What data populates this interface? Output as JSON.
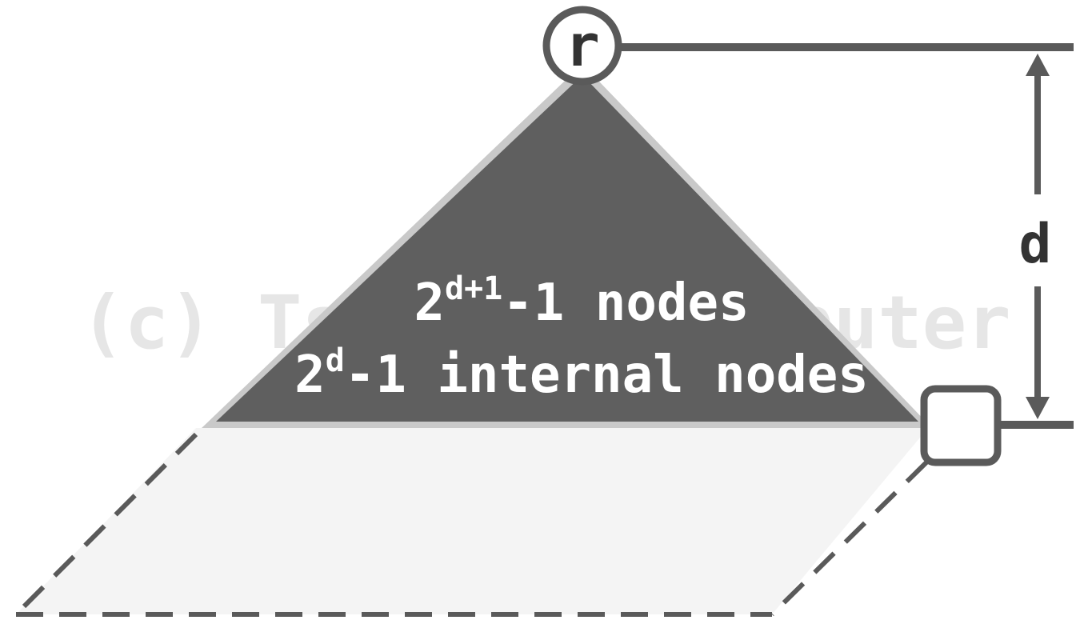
{
  "diagram": {
    "root_label": "r",
    "depth_label": "d",
    "nodes_line": {
      "base": "2",
      "exponent": "d+1",
      "suffix": "-1 nodes"
    },
    "internal_line": {
      "base": "2",
      "exponent": "d",
      "suffix": "-1 internal nodes"
    },
    "watermark": "(c) Tsinghua Computer",
    "colors": {
      "triangle_fill": "#5f5f5f",
      "triangle_edge": "#c9c9c9",
      "lower_region_fill": "#f4f4f4",
      "stroke": "#5a5a5a",
      "label_text": "#ffffff",
      "dark_text": "#333333",
      "watermark": "#e6e6e6"
    }
  }
}
